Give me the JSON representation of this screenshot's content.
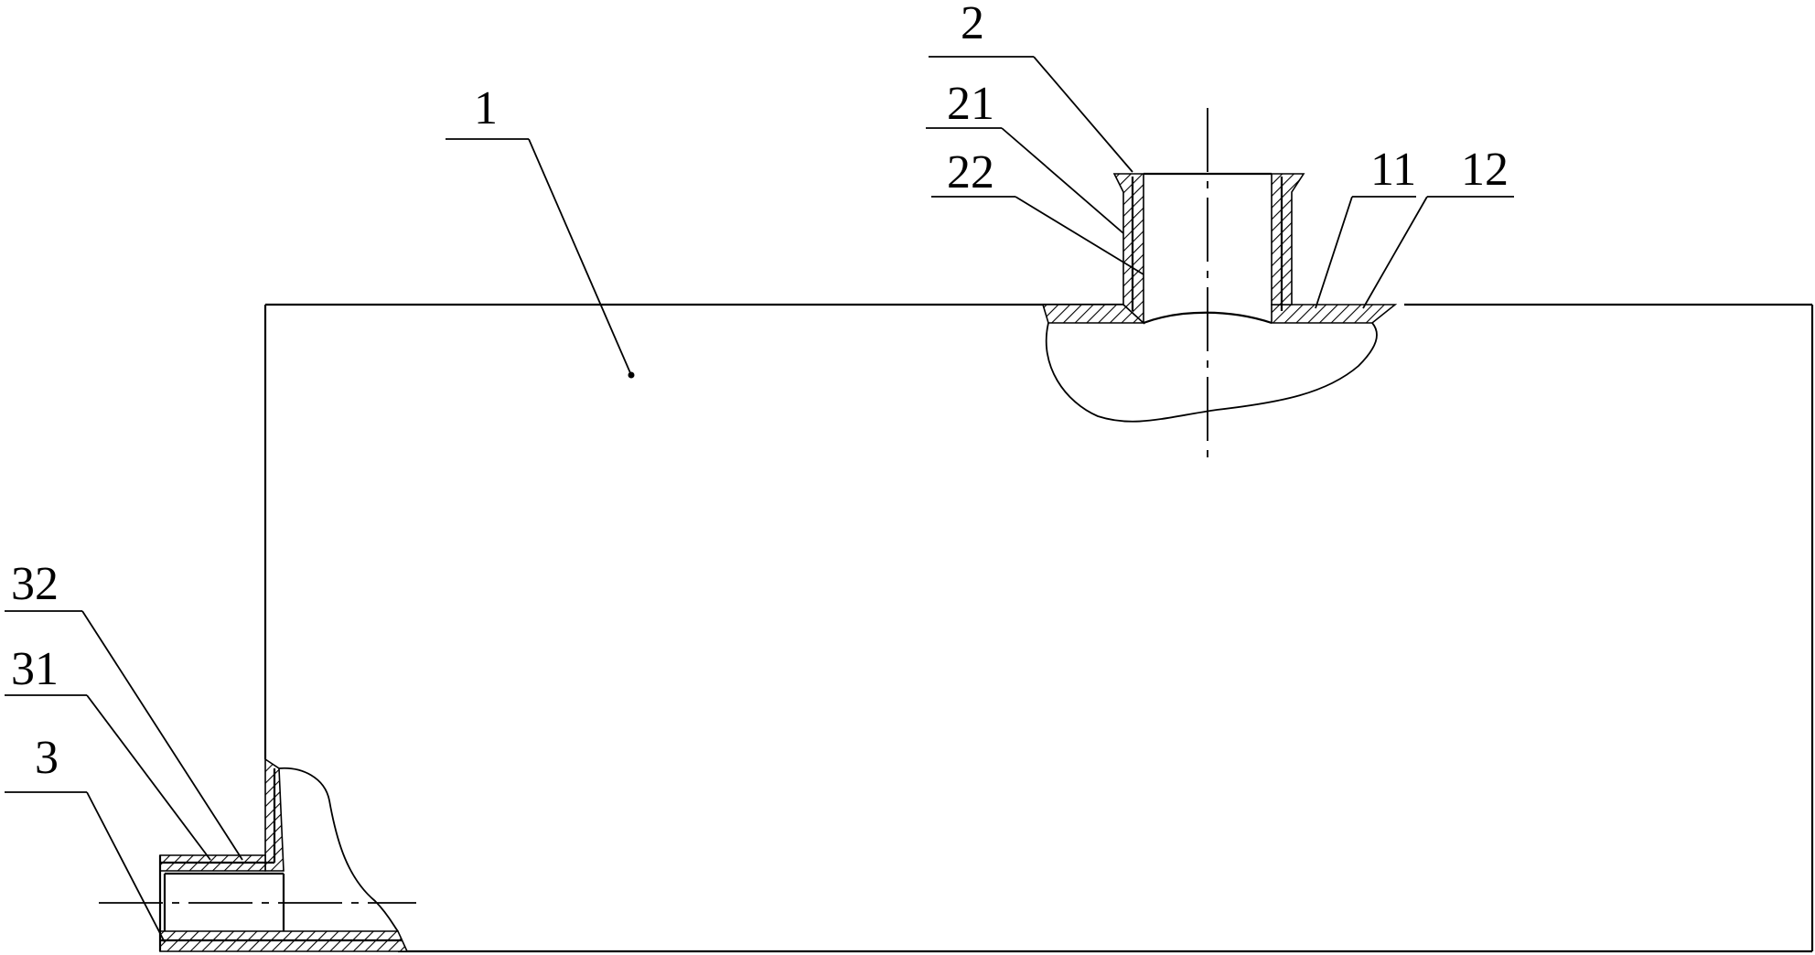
{
  "labels": {
    "body": "1",
    "upper_pipe": "2",
    "upper_pipe_inner": "21",
    "upper_pipe_outer": "22",
    "base_layer_a": "11",
    "base_layer_b": "12",
    "lower_pipe_layer_b": "32",
    "lower_pipe_layer_a": "31",
    "lower_pipe": "3"
  }
}
